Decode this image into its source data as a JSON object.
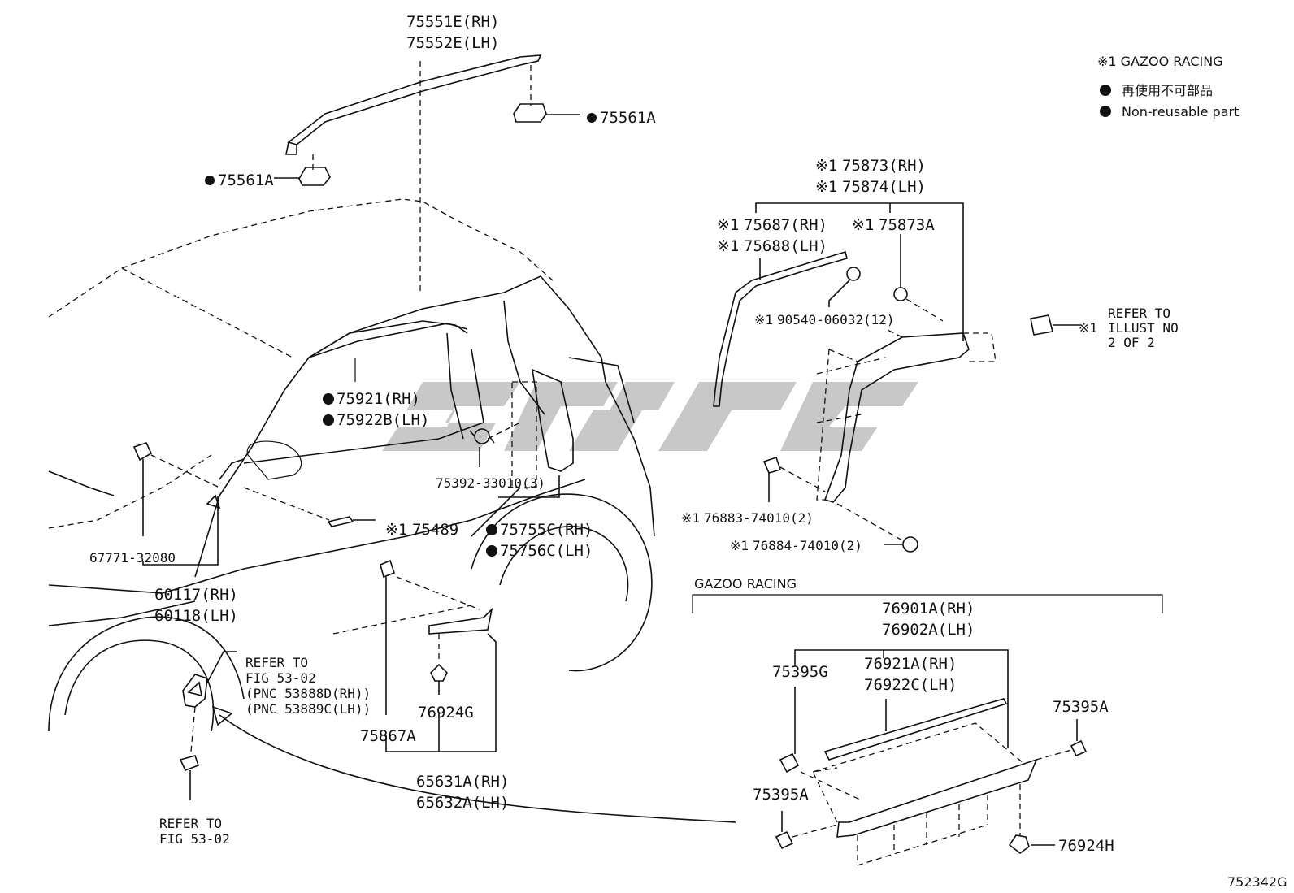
{
  "legend": {
    "gazoo": "※1 GAZOO RACING",
    "nonreusable_jp": "再使用不可部品",
    "nonreusable_en": "Non-reusable part"
  },
  "parts": {
    "p75551e": "75551E(RH)",
    "p75552e": "75552E(LH)",
    "p75561a_right": "75561A",
    "p75561a_left": "75561A",
    "p75873": "75873(RH)",
    "p75874": "75874(LH)",
    "p75687": "75687(RH)",
    "p75688": "75688(LH)",
    "p75873a": "75873A",
    "p90540": "90540-06032(12)",
    "refer_illust_1": "REFER TO",
    "refer_illust_2": "ILLUST NO",
    "refer_illust_3": "2 OF 2",
    "p75921": "75921(RH)",
    "p75922b": "75922B(LH)",
    "p75392": "75392-33010(3)",
    "p75489": "75489",
    "p75755c": "75755C(RH)",
    "p75756c": "75756C(LH)",
    "p76883": "76883-74010(2)",
    "p76884": "76884-74010(2)",
    "p67771": "67771-32080",
    "p60117": "60117(RH)",
    "p60118": "60118(LH)",
    "refer_fig_1": "REFER TO",
    "refer_fig_2": "FIG 53-02",
    "pnc_1": "(PNC 53888D(RH))",
    "pnc_2": "(PNC 53889C(LH))",
    "p76924g": "76924G",
    "p75867a": "75867A",
    "p65631a": "65631A(RH)",
    "p65632a": "65632A(LH)",
    "refer_fig_b1": "REFER TO",
    "refer_fig_b2": "FIG 53-02",
    "gazoo_box": "GAZOO RACING",
    "p76901a": "76901A(RH)",
    "p76902a": "76902A(LH)",
    "p75395g": "75395G",
    "p76921a": "76921A(RH)",
    "p76922c": "76922C(LH)",
    "p75395a_right": "75395A",
    "p75395a_left": "75395A",
    "p76924h": "76924H",
    "mark": "※1",
    "diagram_id": "752342G"
  }
}
